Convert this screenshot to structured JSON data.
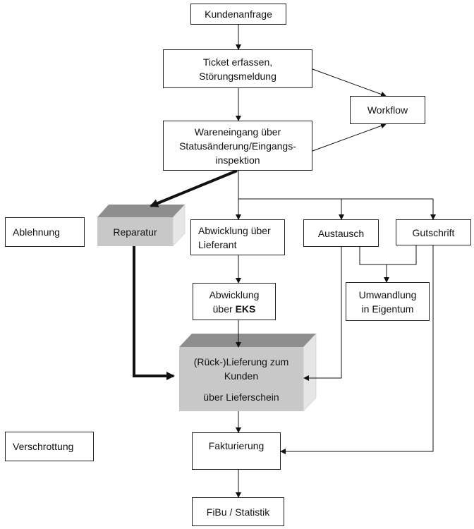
{
  "nodes": {
    "kundenanfrage": "Kundenanfrage",
    "ticket": [
      "Ticket erfassen,",
      "Störungsmeldung"
    ],
    "workflow": "Workflow",
    "wareneingang": [
      "Wareneingang über",
      "Statusänderung/Eingangs-",
      "inspektion"
    ],
    "ablehnung": "Ablehnung",
    "reparatur": "Reparatur",
    "abwicklung_lieferant": [
      "Abwicklung über",
      "Lieferant"
    ],
    "austausch": "Austausch",
    "gutschrift": "Gutschrift",
    "abwicklung_eks": {
      "line1": "Abwicklung",
      "line2_prefix": "über ",
      "line2_bold": "EKS"
    },
    "umwandlung": [
      "Umwandlung",
      "in Eigentum"
    ],
    "rueckLieferung": [
      "(Rück-)Lieferung zum",
      "Kunden",
      "über Lieferschein"
    ],
    "verschrottung": "Verschrottung",
    "fakturierung": "Fakturierung",
    "fibu": "FiBu / Statistik"
  },
  "colors": {
    "line": "#111111",
    "shaded_face": "#c8c8c8",
    "shaded_top": "#8e8e8e",
    "shaded_side": "#e6e6e6"
  }
}
